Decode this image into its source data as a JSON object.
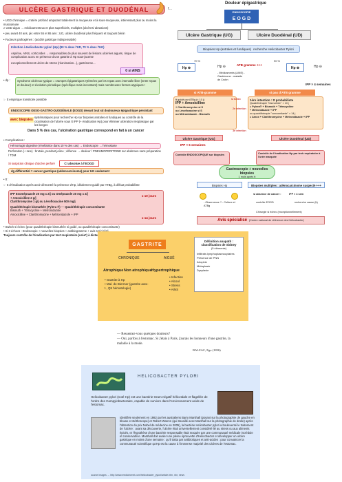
{
  "header": {
    "title": "ULCÈRE GASTRIQUE ET DUODÉNAL",
    "page_ref": "f…"
  },
  "left_notes": {
    "ugd_chronic": "• UGD chronique = cratère profond amputant totalement la muqueuse et à sous-muqueuse, intéressant plus ou moins la musculeuse",
    "ugd_aigus": "≠ UGD aigus → médicamenteux et plus superficiels, multiples (ulcères/ abrasions)",
    "age_line": "• peu avant 40 ans, pic entre 55 et 65 ans ; UG, ulcère duodénal plus fréquent et toujours bénin",
    "factors_title": "• Facteurs pathogènes : (acidité gastrique indispensable)",
    "factor_hp": "Infection à Helicobacter pylori (Hp) (90 % dans l'UD, 70 % dans l'UG)",
    "factor_aspirin": "Aspirine, AINS, corticoïdes → responsables de plus souvent de lésions ulcérées aiguës, risque de complication accru en présence d'une gastrite à Hp sous-jacente",
    "factor_except": "exceptionnellement ulcère de stress (réanimation...), gastrinome...",
    "no_ains": "0 si AINS",
    "dp_label": "• dp :",
    "syndrome": "Syndrome ulcéreux typique = crampes épigastriques rythmées par les repas avec intervalle libre (entre repas et douleur) et évolution périodique (spécifique mais inconstant) mais nombreuses formes atypiques !",
    "tt_line": "☞ tt empirique transitoire possible",
    "endoscopie": "ENDOSCOPIE OESO-GASTRO-DUODÉNALE (EOGD) devant tout sd douloureux épigastrique persistant",
    "biopsies_label": "avec biopsies",
    "biopsies_text": "systématiques pour recherche Hp sur biopsies antrales et fundiques au contrôle de la cicatrisation de l'ulcère sous tt IPP (+ éradication Hp) pour éliminer ulcération néoplasique par les berges",
    "cancer_line": "Dans 5 % des cas, l'ulcération gastrique correspond en fait à un cancer",
    "complications_title": "• Complications :",
    "comp_hemorragie": "Hémorragie digestive (révélatrice dans 10 % des cas) → Endoscopie → hémostase",
    "comp_perforation": "Perforation (+ rare) : brutale, pendant jeûne ; défense → douleur / PNEUMOPERITOINE sur abdomen sans préparation / TDM",
    "comp_stenose": "Si suspicion clinique d'ulcère perforé",
    "ci_eogd": "CI absolue à l'EOGD",
    "dg_cancer": "dg différentiel = cancer gastrique (adénocarcinome) pour UG seulement",
    "tt_title": "• tt :",
    "tt_eradication": "☞ tt d'éradication après avoir démontré la présence d'Hp, idéalement guidé par ATBg, à défaut probabiliste",
    "tt_ipp": "IPP Esoméprazole 20 mg x 2/j ou Oméprazole 20 mg x 2/j",
    "tt_amox": "+ Amoxicilline 2 g/j",
    "tt_clari": "Clarithromycine 1 g/j ou Lévofloxacine 500 mg/j",
    "tt_quad": "Quadrithérapie bismuthée (Pylera ®)",
    "tt_quad2": "Quadrithérapie concomitante",
    "tt_bismuth": "Bismuth + Tétracycline + Métronidazole",
    "tt_amox2": "Amoxicilline + Clarithromycine + Métronidazole + IPP",
    "tt_duration": "x 10 jours",
    "tt_duration14": "x 14 jours",
    "switch": "• Switch si échec (pour quadrithérapie bismuthée si guidé, ou quadrithérapie concomitante)",
    "si3": "• Si 3 échecs : Endoscopie + nouvelles biopsies + antibiogramme + avis spécialisé",
    "control": "Toujours contrôle de l'éradication par test respiratoire (urée*) à distance (≥ 4 sem après tt)"
  },
  "flowchart": {
    "douleur": "Douleur épigastrique",
    "eogd": "E O G D",
    "endoscopie_label": "ENDOSCOPIE",
    "ug": "Ulcère Gastrique (UG)",
    "ud": "Ulcère Duodénal (UD)",
    "biopsies": "Biopsies Hp (antrales et fundiques)",
    "recherche": "recherche Helicobacter Pylori",
    "pct70": "70 %",
    "pct90": "90 %",
    "hp_plus": "Hp ⊕",
    "hp_minus": "Hp ⊖",
    "atbg": "ATB gramme +++",
    "medicaments": "- Médicaments (AINS) - Gastrinome - maladie de Crohn",
    "ipp4": "IPP × 4 semaines",
    "si_atbg": "si ATB-gramme",
    "si_pas_atbg": "si pas d'ATB gramme",
    "guided": "tt guidé par ATBg (× 10 j)",
    "ipp_amox": "IPP + Amoxicilline",
    "clari_s": "+ Clarithromycine si S",
    "levo": "ou Lévofloxacine si S",
    "metro": "ou Métronidazole - Bismuth",
    "first_line": "1ère intention : tt probabiliste",
    "quad_bismuth": "Quadrithérapie \"bismuthée\" × 10 j",
    "pylera": "= Pylera® + Bismuth + Tétracycline",
    "metronidazole": "+ Métronidazole + IPP",
    "or_concomitante": "ou quadrithérapie \"concomitante\" × 14 j",
    "amox_clari": "= Amox + Clarithromycine + Métronidazole + IPP",
    "second": "2e intention",
    "third": "3e intention",
    "echec": "si échec",
    "ug_box": "Ulcère Gastrique (UG)",
    "ud_box": "Ulcère Duodénal (UD)",
    "ipp_6sem": "IPP × 6 semaines",
    "ctrl_ug": "Contrôle ENDOSCOPIQUE sur biopsies",
    "ctrl_ud": "Contrôle de l'éradication Hp par test respiratoire à l'urée marquée",
    "gastroscopie": "Gastroscopie + nouvelles biopsies",
    "mois": "1 mois après tt",
    "biopsies_hp": "Biopsies Hp",
    "adenocarcinome": "Biopsies multiples : adénocarcinome suspecté +++",
    "observance": "- Observance ? - Culture et ATBg",
    "absence_cancer": "si absence de cancer :",
    "ipp_x4": "IPP × 4 sem",
    "controle_eogd": "contrôle EOGD",
    "recherche_cause": "recherche cause (tt)",
    "chirurgie": "Chirurgie si échec (exceptionnellement)",
    "avis": "Avis spécialisé",
    "avis_sub": "(Centre national de référence des Helicobacter)"
  },
  "gastrite": {
    "title": "GASTRITE",
    "chronique": "CHRONIQUE",
    "aigue": "AIGUË",
    "atrophique": "Atrophique",
    "non_atrophique": "Non atrophique",
    "hypertrophique": "Hypertrophique",
    "items_left": "• Gastrite à Hp\n• Mal. de Biermer (gastrite auto-t., Q5 hématologie)",
    "items_right": "• Infection\n• Alcool\n• Stress\n• AINS",
    "sydney_title": "Définition anapath : classification de Sidney",
    "sydney_sub": "(5 éléments)",
    "sydney_items": [
      "Infiltrats lymphoplasmocytaires",
      "Présence de PNN",
      "Atrophie",
      "Métaplasie",
      "Dysplasie"
    ]
  },
  "quote": {
    "text": "— Ressentez-vous quelques douleurs?\n— Oui, parfois à l'estomac. Si j'étais à Paris, j'aurais les honneurs d'une gastrite, la maladie à la mode.",
    "author": "BALZAC, Ego (1836)"
  },
  "hp_panel": {
    "title": "HELICOBACTER PYLORI",
    "paragraph1": "Helicobacter pylori (noté Hp) est une bactérie Gram négatif hélicoïdale et flagellée de l'ordre des Campylobacterales, capable de survivre dans l'environnement acide de l'estomac.",
    "paragraph2": "Identifiée seulement en 1982 par les australiens Barry Marshall (posant sur la photographie de gauche en blouse et stéthoscope) et Robert Warren (qui travaille avec Marshall sur la photographie de droite) après l'obtention du prix Nobel de médecine en 2005), la bactérie Helicobacter pylori a bouleversé le traitement de l'ulcère : avant sa découverte, l'ulcère était universellement considéré lié au stress ou aux aliments épicés, et l'hypothèse d'une bactérie responsable était moquée par une communauté médicale incrédule et conservatrice. Marshall doit avaler une pleine éprouvette d'Helicobacter et développer un ulcère gastrique en moins d'une semaine : qu'il traita par antibiotiques et anti-acides : pour convaincre la communauté scientifique qu'Hp est la cause à l'immense majorité des ulcères de l'estomac.",
    "source": "source images → http://www.medicinenet.com/helicobacter_pylori/article.htm, nbr, news"
  }
}
